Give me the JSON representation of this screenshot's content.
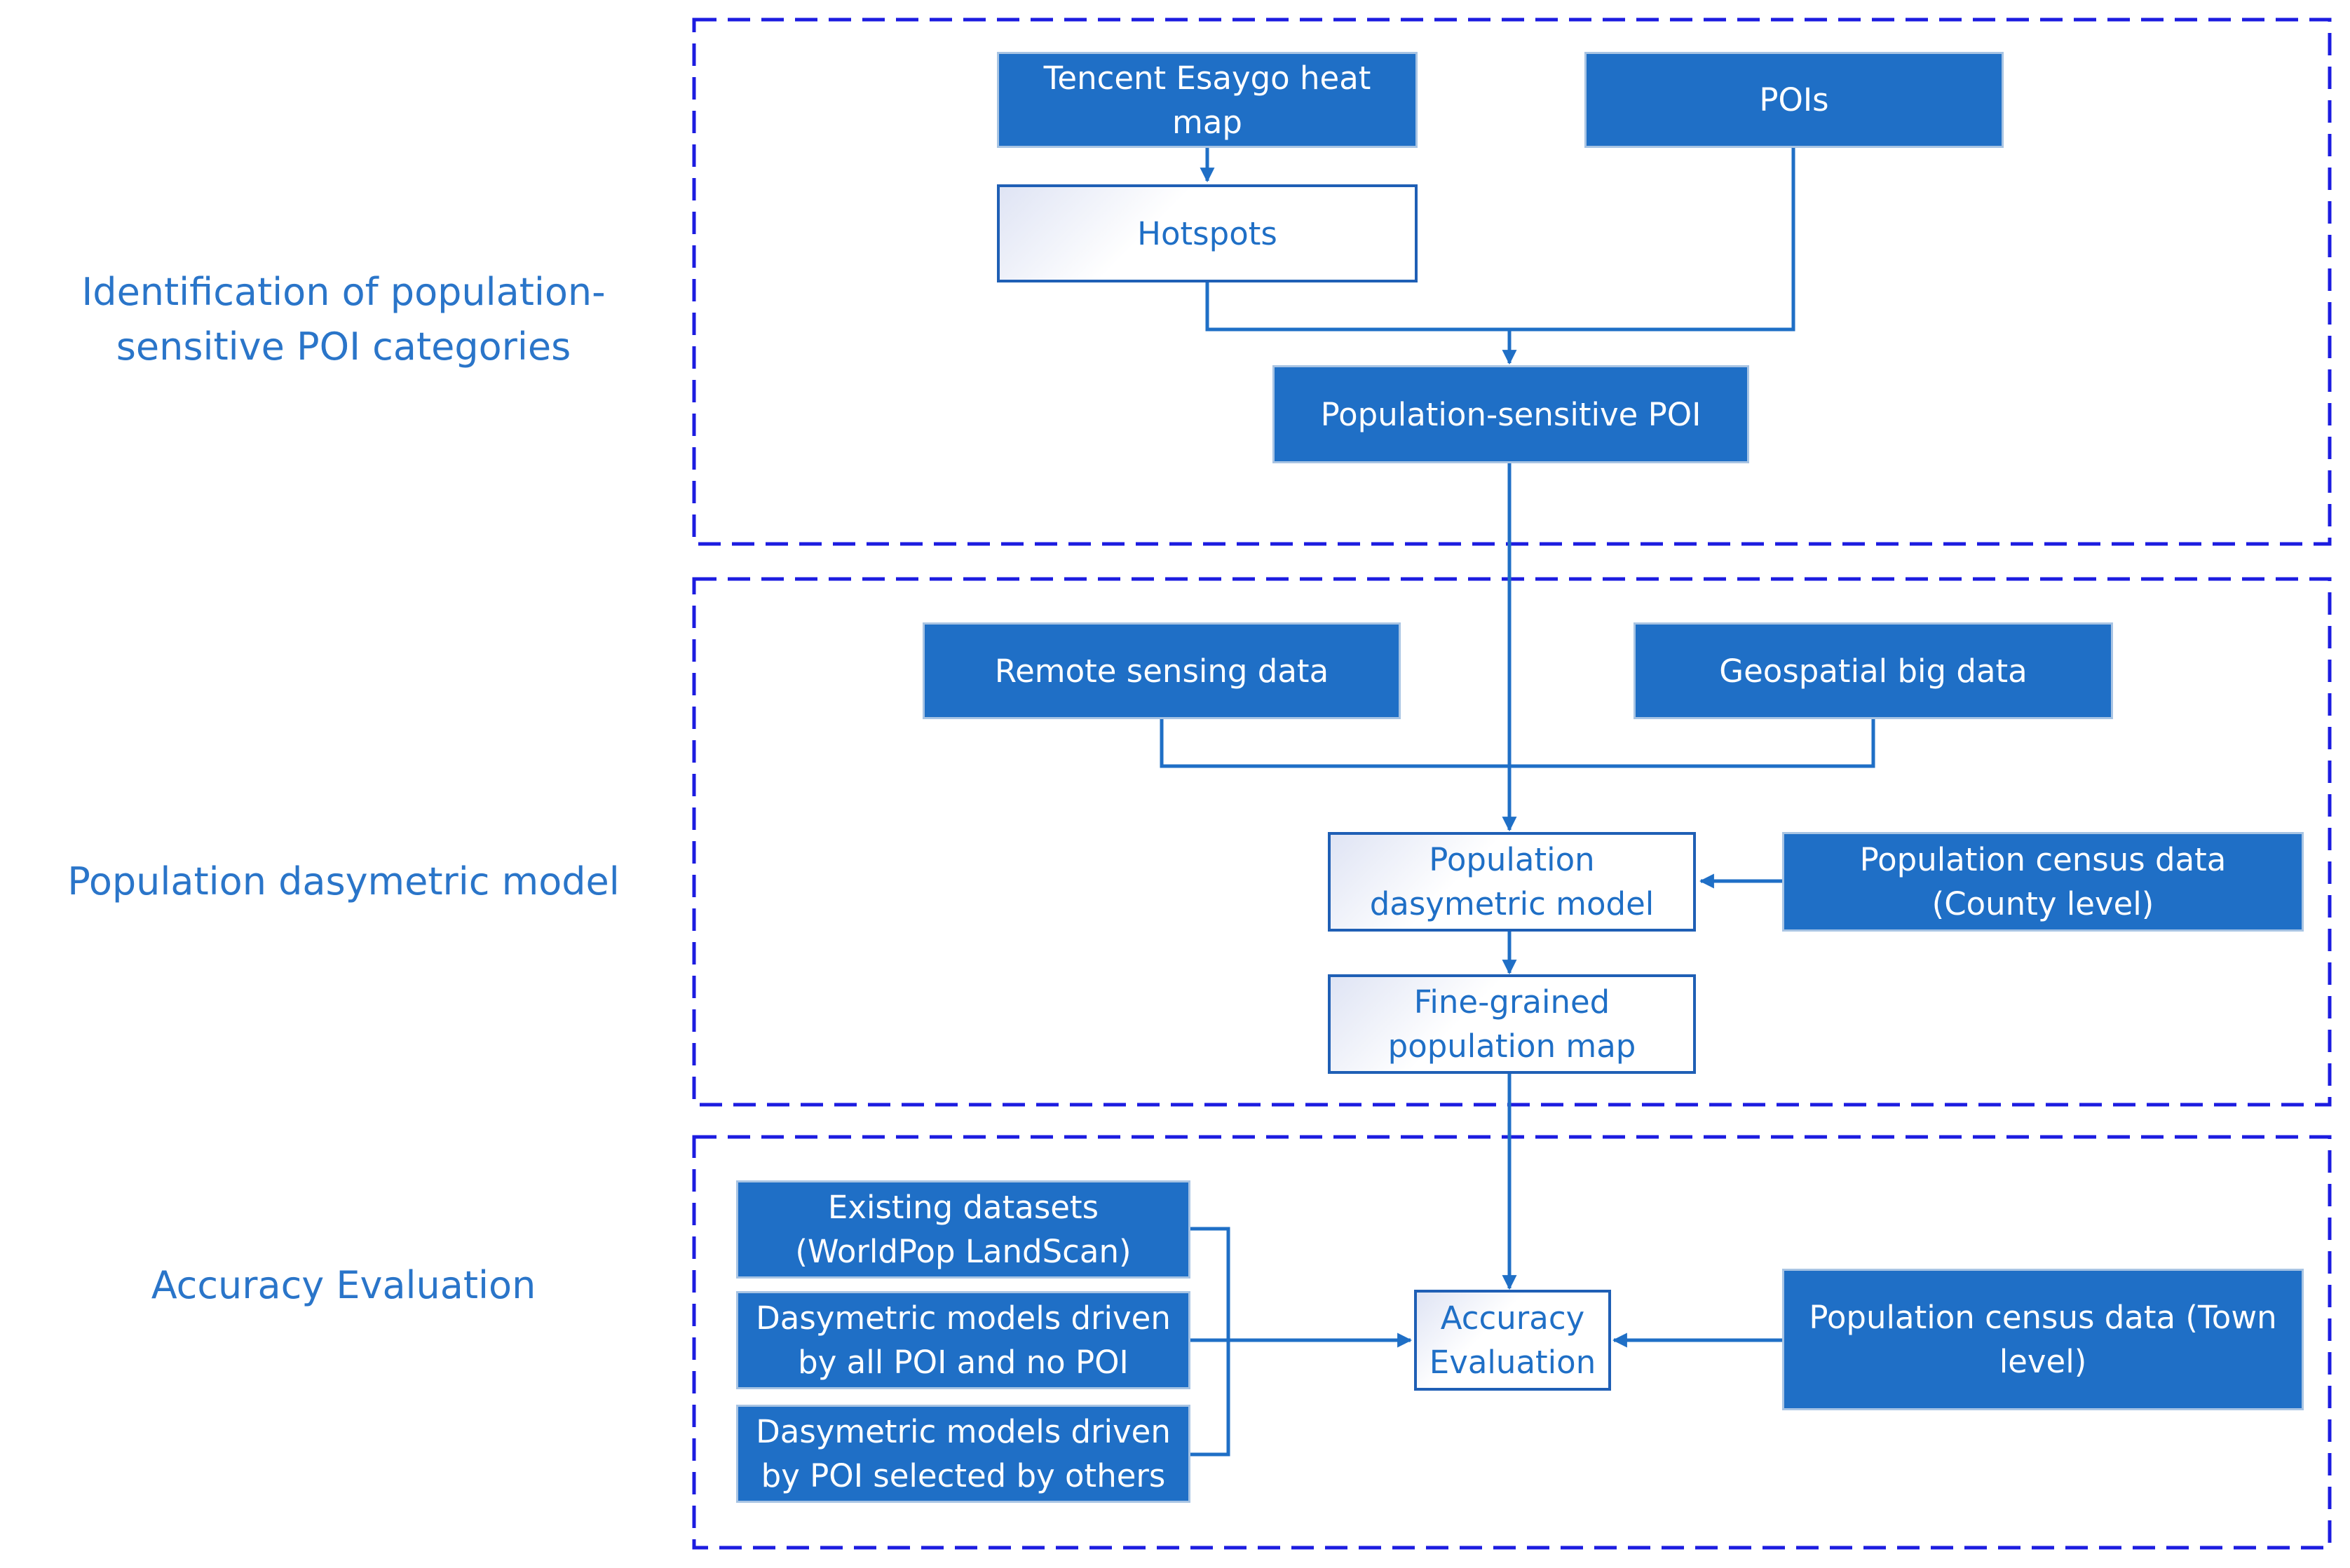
{
  "sections": {
    "identification": "Identification of population-sensitive POI categories",
    "dasymetric": "Population dasymetric model",
    "accuracy": "Accuracy Evaluation"
  },
  "nodes": {
    "heat_map": "Tencent Esaygo heat map",
    "pois": "POIs",
    "hotspots": "Hotspots",
    "sensitive_poi": "Population-sensitive POI",
    "remote_sensing": "Remote sensing data",
    "geospatial": "Geospatial big data",
    "dasy_model": "Population dasymetric model",
    "census_county": "Population census data (County level)",
    "fine_map": "Fine-grained population map",
    "existing": "Existing datasets (WorldPop LandScan)",
    "driven_all": "Dasymetric models driven by all POI and no POI",
    "driven_others": "Dasymetric models driven by POI selected by others",
    "accuracy_eval": "Accuracy Evaluation",
    "census_town": "Population census data (Town level)"
  },
  "colors": {
    "box_fill": "#1f6fc6",
    "line": "#1f6fc6",
    "frame": "#1c1ce0",
    "label_text": "#2a75c9"
  }
}
